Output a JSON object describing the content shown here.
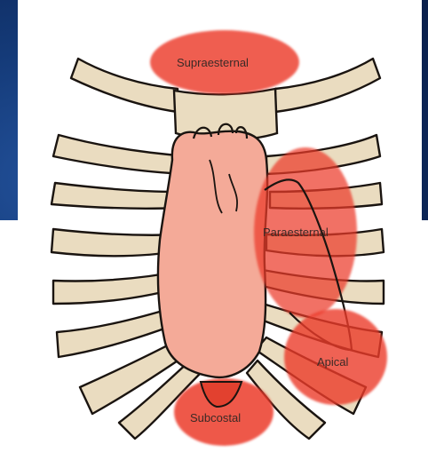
{
  "diagram": {
    "windows": [
      {
        "label": "Supraesternal"
      },
      {
        "label": "Paraesternal"
      },
      {
        "label": "Apical"
      },
      {
        "label": "Subcostal"
      }
    ]
  },
  "colors": {
    "bone": "#eadcc0",
    "heart": "#f4aa98",
    "window": "#ec3a2a",
    "outline": "#1a1410",
    "background": "#0d2a58"
  }
}
